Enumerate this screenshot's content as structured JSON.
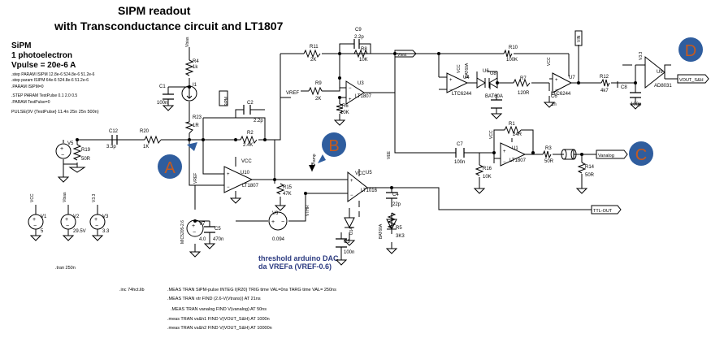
{
  "title": {
    "line1": "SIPM readout",
    "line2": "with Transconductance circuit and LT1807"
  },
  "info": {
    "line1": "SiPM",
    "line2": "1 photoelectron",
    "line3": "Vpulse = 20e-6 A"
  },
  "directives": [
    ".step PARAM ISIPM 12.8e-6 524.8e-6 51.2e-6",
    ".step param ISIPM 64e-6 524.8e-6 51.2e-6",
    ".PARAM ISIPM=0",
    ".STEP PARAM TestPulse 0.1 2.0 0.5",
    ".PARAM TestPulse=0"
  ],
  "pulse_spec": "PULSE(0V {TestPulse} 11.4n 25n 25n 500n)",
  "tran": ".tran 250n",
  "inc": ".inc 74hct.lib",
  "meas": [
    ".MEAS TRAN SiPM-pulse INTEG I(R20) TRIG time VAL=0ns TARG time VAL= 250ns",
    ".MEAS TRAN vtr FIND (2.6-V(Vtrans)) AT 21ns",
    ".MEAS TRAN vanalog FIND V(vanalog) AT 50ns",
    ".meas TRAN vs&h1 FIND V(VOUT_S&H) AT 1000n",
    ".meas TRAN vs&h2 FIND V(VOUT_S&H) AT 10000n"
  ],
  "threshold_note": [
    "threshold arduino DAC",
    "da VREFa (VREF-0.6)"
  ],
  "labels": {
    "r4": "R4",
    "r4_val": "1k",
    "vbias": "Vbias",
    "i1": "I1",
    "c1": "C1",
    "c1_val": "100n",
    "r23": "R23",
    "r23_val": "1R",
    "c2": "C2",
    "c2_val": "2.2p",
    "r2": "R2",
    "r2_val": "2.4K",
    "c12": "C12",
    "c12_val": "3.3p",
    "r20": "R20",
    "r20_val": "1K",
    "v5": "V5",
    "r19": "R19",
    "r19_val": "50R",
    "sipm_flag": "SiPM",
    "vcc": "VCC",
    "u10": "U10",
    "lt1807": "LT1807",
    "vref": "VREF",
    "mic": "MIC5205-2.6",
    "v7": "V7",
    "v7_val": "4.0",
    "c5": "C5",
    "c5_val": "470n",
    "v6": "V6",
    "v6_val": "0.094",
    "vthr": "VTHR",
    "r15": "R15",
    "r15_val": "47K",
    "vramp": "Vramp",
    "u5": "U5",
    "lt1016": "LT1016",
    "vee": "VEE",
    "c4": "C4",
    "c4_val": "22p",
    "r5": "R5",
    "r5_val": "3K3",
    "bat60a": "BAT60A",
    "u14": "U14",
    "c3": "C3",
    "c3_val": "100n",
    "r11": "R11",
    "r11_val": "2K",
    "c9": "C9",
    "c9_val": "2.2p",
    "r8": "R8",
    "r8_val": "10K",
    "vtest": "Vtest",
    "r9": "R9",
    "r9_val": "2K",
    "u3": "U3",
    "r6": "R6",
    "r6_val": "10K",
    "r10": "R10",
    "r10_val": "100K",
    "u4": "U4",
    "ltc6244": "LTC6244",
    "u6": "U6",
    "u8": "U8",
    "r7": "R7",
    "r7_val": "120R",
    "u7": "U7",
    "c6": "C6",
    "c6_val": "1n",
    "vin": "VIN",
    "r12": "R12",
    "r12_val": "4k7",
    "c8": "C8",
    "c8_val": "100p",
    "v33": "V3.3",
    "u9": "U9",
    "ad8031": "AD8031",
    "vout_sh": "VOUT_S&H",
    "r1": "R1",
    "r1_val": "24R",
    "u1": "U1",
    "c7": "C7",
    "c7_val": "100n",
    "r16": "R16",
    "r16_val": "10K",
    "r3": "R3",
    "r3_val": "50R",
    "r14": "R14",
    "r14_val": "50R",
    "vanalog": "Vanalog",
    "ttl_out": "TTL-OUT",
    "v1": "V1",
    "v1_val": "5",
    "v2": "V2",
    "v2_val": "29.5V",
    "v3": "V3",
    "v3_val": "3.3"
  },
  "markers": {
    "a": "A",
    "b": "B",
    "c": "C",
    "d": "D"
  },
  "colors": {
    "marker_fill": "#2f5d9e",
    "marker_text": "#c65a1e",
    "note_text": "#2b3a80"
  }
}
